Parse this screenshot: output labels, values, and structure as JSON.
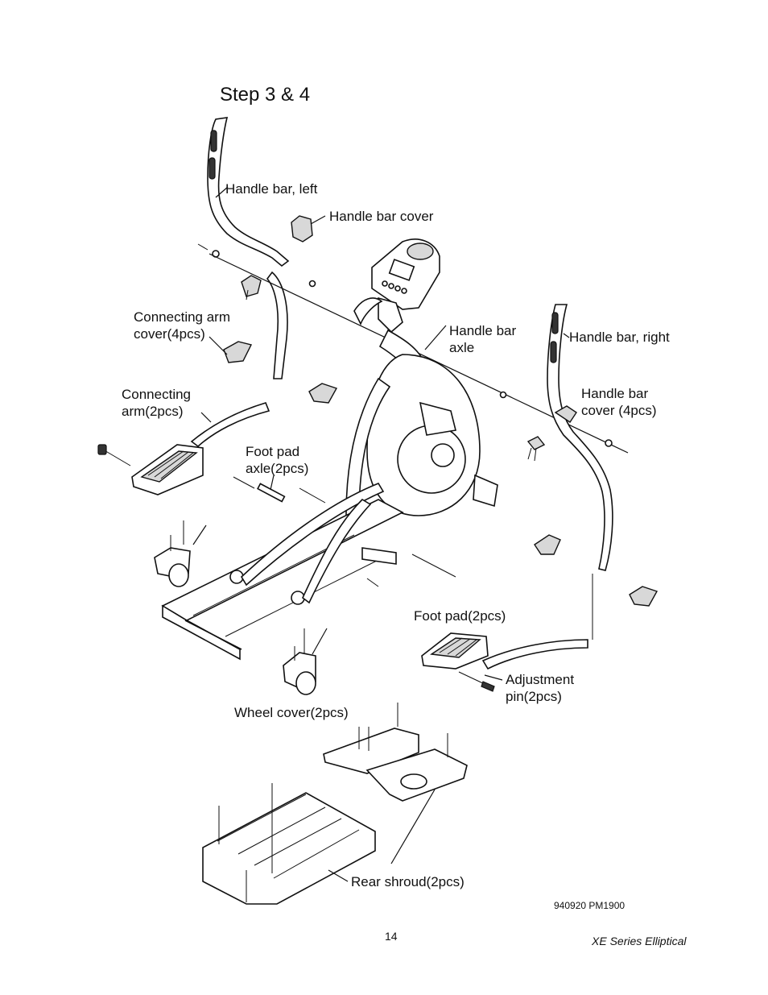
{
  "page": {
    "title": "Step 3 & 4",
    "doc_code": "940920 PM1900",
    "page_number": "14",
    "series": "XE Series Elliptical"
  },
  "labels": {
    "handle_bar_left": "Handle bar, left",
    "handle_bar_cover": "Handle bar cover",
    "connecting_arm_cover_1": "Connecting arm",
    "connecting_arm_cover_2": "cover(4pcs)",
    "handle_bar_axle_1": "Handle bar",
    "handle_bar_axle_2": "axle",
    "handle_bar_right": "Handle bar, right",
    "connecting_arm_1": "Connecting",
    "connecting_arm_2": "arm(2pcs)",
    "handle_bar_cover_4_1": "Handle bar",
    "handle_bar_cover_4_2": "cover (4pcs)",
    "foot_pad_axle_1": "Foot pad",
    "foot_pad_axle_2": "axle(2pcs)",
    "foot_pad": "Foot pad(2pcs)",
    "adjustment_pin_1": "Adjustment",
    "adjustment_pin_2": "pin(2pcs)",
    "wheel_cover": "Wheel cover(2pcs)",
    "rear_shroud": "Rear shroud(2pcs)"
  }
}
